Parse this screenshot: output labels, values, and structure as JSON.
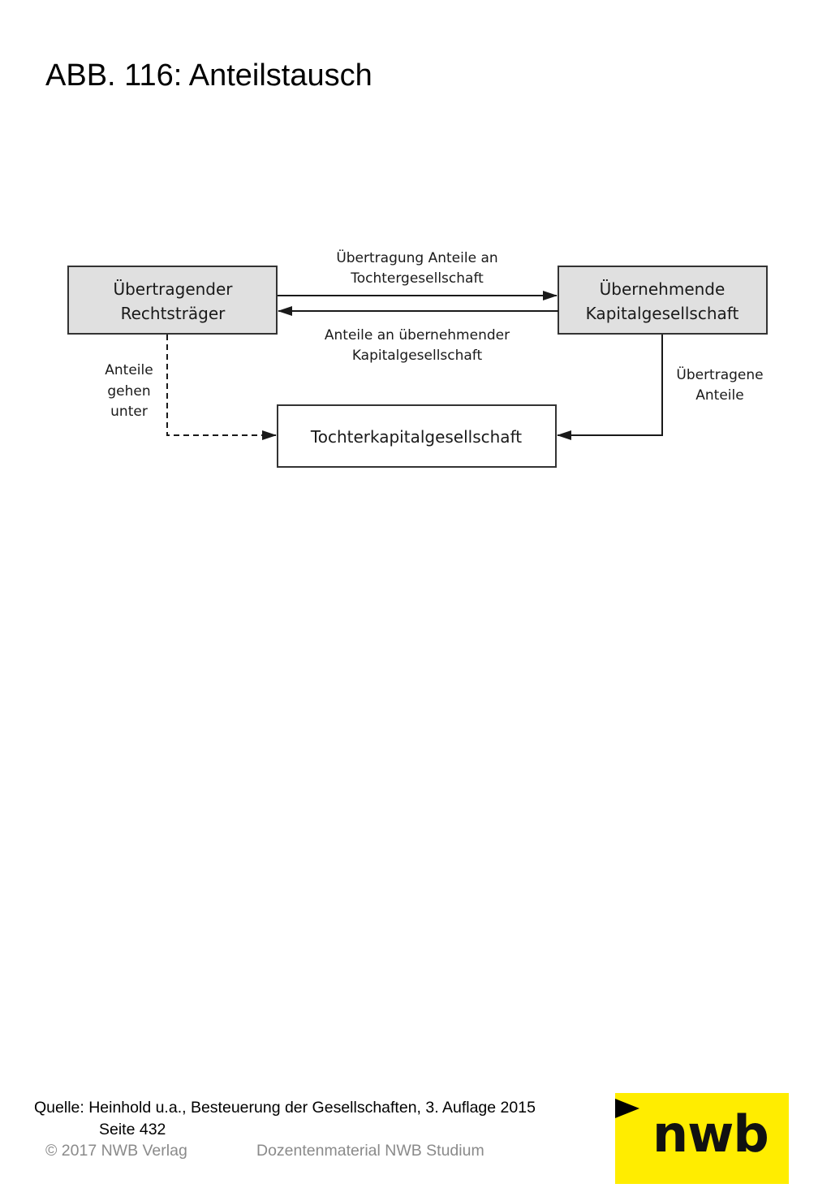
{
  "title": "ABB. 116: Anteilstausch",
  "diagram": {
    "nodes": {
      "left": {
        "line1": "Übertragender",
        "line2": "Rechtsträger"
      },
      "right": {
        "line1": "Übernehmende",
        "line2": "Kapitalgesellschaft"
      },
      "bottom": {
        "label": "Tochterkapitalgesellschaft"
      }
    },
    "edges": {
      "top_arrow": {
        "line1": "Übertragung Anteile an",
        "line2": "Tochtergesellschaft"
      },
      "return_arrow": {
        "line1": "Anteile an übernehmender",
        "line2": "Kapitalgesellschaft"
      },
      "dashed": {
        "line1": "Anteile",
        "line2": "gehen",
        "line3": "unter"
      },
      "right_down": {
        "line1": "Übertragene",
        "line2": "Anteile"
      }
    },
    "colors": {
      "node_fill": "#e0e0e0",
      "node_stroke": "#333333",
      "line": "#1a1a1a"
    }
  },
  "source": {
    "line1": "Quelle: Heinhold u.a., Besteuerung der Gesellschaften, 3. Auflage 2015",
    "line2": "Seite 432"
  },
  "footer": {
    "copyright": "© 2017 NWB Verlag",
    "course": "Dozentenmaterial NWB Studium"
  },
  "logo": {
    "text": "nwb",
    "bg_color": "#ffed00"
  }
}
